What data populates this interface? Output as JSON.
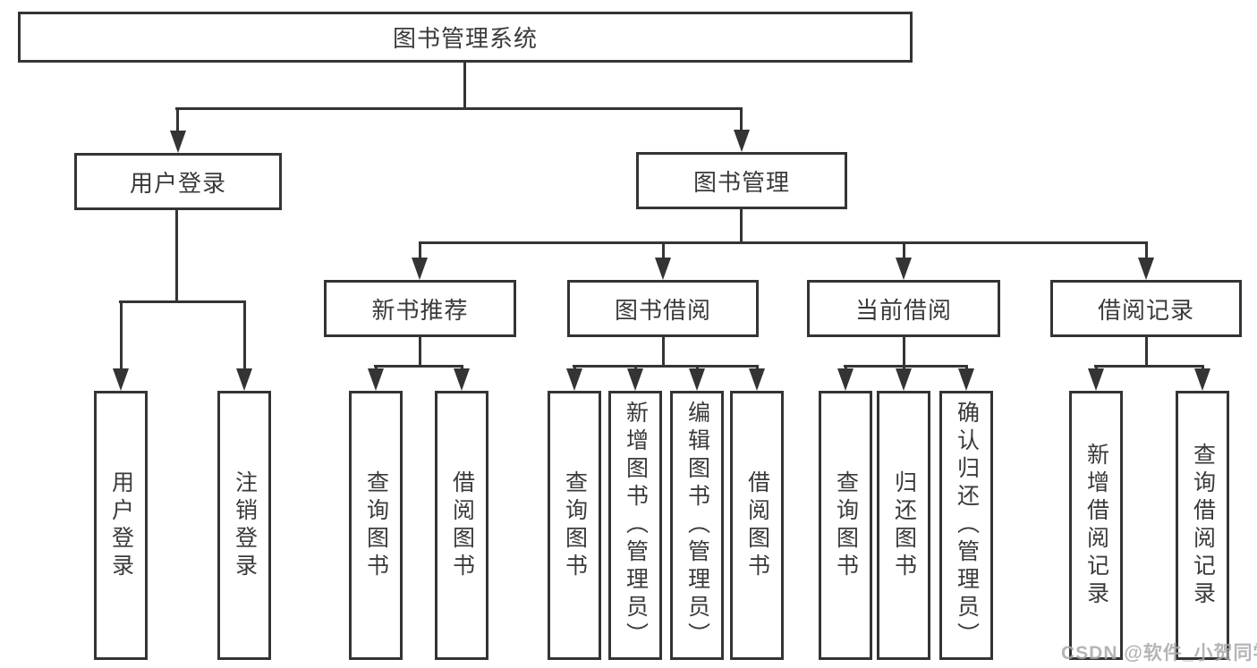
{
  "diagram_title": "图书管理系统",
  "tree": {
    "root": {
      "label": "图书管理系统"
    },
    "branches": [
      {
        "label": "用户登录",
        "children": [
          {
            "label": "用户登录"
          },
          {
            "label": "注销登录"
          }
        ]
      },
      {
        "label": "图书管理",
        "children": [
          {
            "label": "新书推荐",
            "children": [
              {
                "label": "查询图书"
              },
              {
                "label": "借阅图书"
              }
            ]
          },
          {
            "label": "图书借阅",
            "children": [
              {
                "label": "查询图书"
              },
              {
                "label": "新增图书（管理员）"
              },
              {
                "label": "编辑图书（管理员）"
              },
              {
                "label": "借阅图书"
              }
            ]
          },
          {
            "label": "当前借阅",
            "children": [
              {
                "label": "查询图书"
              },
              {
                "label": "归还图书"
              },
              {
                "label": "确认归还（管理员）"
              }
            ]
          },
          {
            "label": "借阅记录",
            "children": [
              {
                "label": "新增借阅记录"
              },
              {
                "label": "查询借阅记录"
              }
            ]
          }
        ]
      }
    ]
  },
  "watermark": {
    "text": "CSDN @软件_小贺同学"
  },
  "colors": {
    "line": "#343434",
    "text": "#3a3a3a",
    "background": "#ffffff",
    "watermark": "#a9a9a9"
  }
}
